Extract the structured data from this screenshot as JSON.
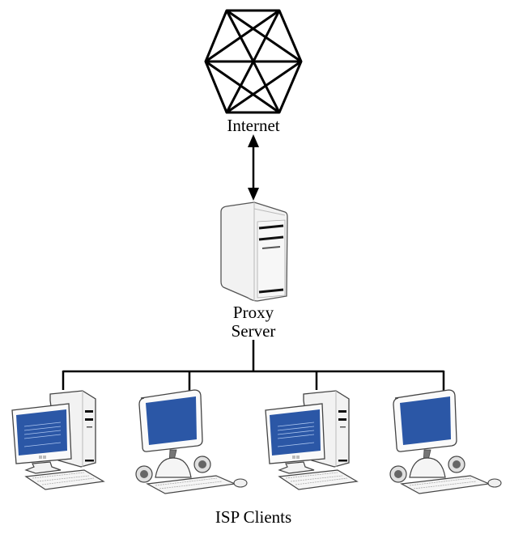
{
  "title": "Proxy server network diagram",
  "nodes": {
    "internet": {
      "label": "Internet",
      "icon": "mesh-cloud-icon"
    },
    "proxy": {
      "label_line1": "Proxy",
      "label_line2": "Server",
      "icon": "server-tower-icon"
    },
    "clients": {
      "label": "ISP Clients",
      "items": [
        {
          "type": "desktop-tower",
          "icon": "desktop-pc-icon"
        },
        {
          "type": "all-in-one",
          "icon": "imac-computer-icon"
        },
        {
          "type": "desktop-tower",
          "icon": "desktop-pc-icon"
        },
        {
          "type": "all-in-one",
          "icon": "imac-computer-icon"
        }
      ]
    }
  },
  "links": [
    {
      "from": "internet",
      "to": "proxy",
      "style": "bidirectional-arrow"
    },
    {
      "from": "proxy",
      "to": "clients",
      "style": "bus"
    }
  ],
  "colors": {
    "line": "#000000",
    "screen": "#2b57a6",
    "device_body": "#f2f2f2",
    "device_outline": "#555555"
  }
}
